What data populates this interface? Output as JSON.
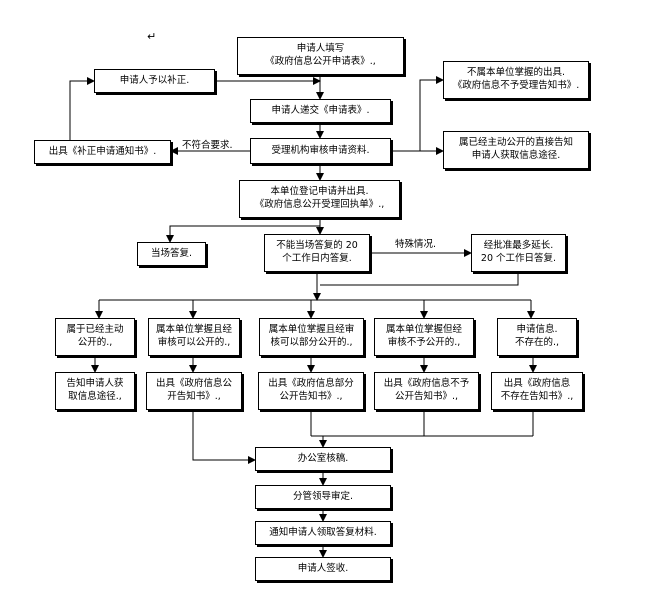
{
  "mark": "↵",
  "boxes": {
    "apply_form": [
      "申请人填写",
      "《政府信息公开申请表》.,"
    ],
    "supplement": [
      "申请人予以补正."
    ],
    "submit": [
      "申请人递交《申请表》."
    ],
    "issue_notice": [
      "出具《补正申请通知书》."
    ],
    "review": [
      "受理机构审核申请资料."
    ],
    "not_accept": [
      "不属本单位掌握的出具.",
      "《政府信息不予受理告知书》."
    ],
    "published": [
      "属已经主动公开的直接告知",
      "申请人获取信息途径."
    ],
    "register": [
      "本单位登记申请并出具.",
      "《政府信息公开受理回执单》.,"
    ],
    "onsite": [
      "当场答复."
    ],
    "within20": [
      "不能当场答复的 20",
      "个工作日内答复."
    ],
    "extend": [
      "经批准最多延长.",
      "20 个工作日答复."
    ],
    "c1": [
      "属于已经主动",
      "公开的.,"
    ],
    "c2": [
      "属本单位掌握且经",
      "审核可以公开的.,"
    ],
    "c3": [
      "属本单位掌握且经审",
      "核可以部分公开的.,"
    ],
    "c4": [
      "属本单位掌握但经",
      "审核不予公开的.,"
    ],
    "c5": [
      "申请信息.",
      "不存在的.,"
    ],
    "d1": [
      "告知申请人获",
      "取信息途径.,"
    ],
    "d2": [
      "出具《政府信息公",
      "开告知书》.,"
    ],
    "d3": [
      "出具《政府信息部分",
      "公开告知书》.,"
    ],
    "d4": [
      "出具《政府信息不予",
      "公开告知书》.,"
    ],
    "d5": [
      "出具《政府信息",
      "不存在告知书》.,"
    ],
    "office_review": [
      "办公室核稿."
    ],
    "leader_approve": [
      "分管领导审定."
    ],
    "notify": [
      "通知申请人领取答复材料."
    ],
    "sign": [
      "申请人签收."
    ]
  },
  "labels": {
    "not_meet": "不符合要求.",
    "special": "特殊情况."
  }
}
